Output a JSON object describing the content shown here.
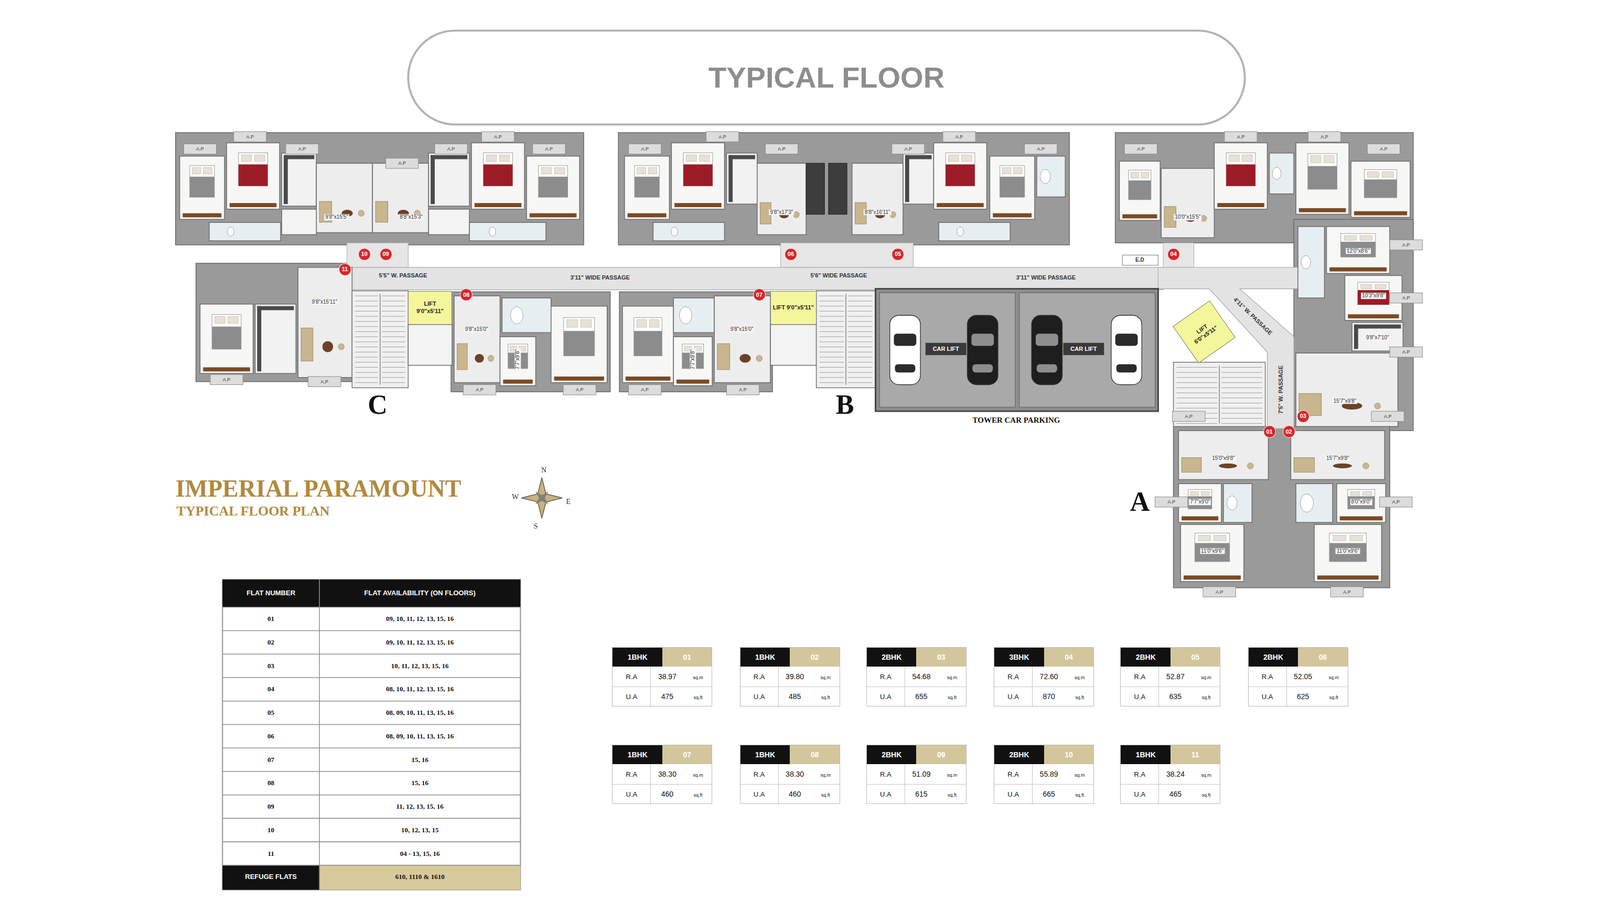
{
  "diagram": {
    "title": "TYPICAL FLOOR",
    "nodes": [
      {
        "text": [
          "10"
        ]
      },
      {
        "text": [
          "09"
        ]
      },
      {
        "text": [
          "11"
        ]
      },
      {
        "text": [
          "06"
        ]
      },
      {
        "text": [
          "05"
        ]
      },
      {
        "text": [
          "04"
        ]
      },
      {
        "text": [
          "LIFT 9'0\"x5'11\""
        ]
      },
      {
        "text": [
          "08"
        ]
      },
      {
        "text": [
          "07"
        ]
      },
      {
        "text": [
          "LIFT 9'0\"x5'11\""
        ]
      },
      {
        "text": [
          "LIFT 6'0\"x5'11\""
        ]
      },
      {
        "text": [
          "03"
        ]
      },
      {
        "text": [
          "01"
        ]
      },
      {
        "text": [
          "02"
        ]
      },
      {
        "text": [
          "1BHK",
          "01",
          "R.A",
          "38.97",
          "sq.m",
          "U.A",
          "475",
          "sq.ft"
        ]
      },
      {
        "text": [
          "1BHK",
          "02",
          "R.A",
          "39.80",
          "sq.m",
          "U.A",
          "485",
          "sq.ft"
        ]
      },
      {
        "text": [
          "2BHK",
          "03",
          "R.A",
          "54.68",
          "sq.m",
          "U.A",
          "655",
          "sq.ft"
        ]
      },
      {
        "text": [
          "3BHK",
          "04",
          "R.A",
          "72.60",
          "sq.m",
          "U.A",
          "870",
          "sq.ft"
        ]
      },
      {
        "text": [
          "2BHK",
          "05",
          "R.A",
          "52.87",
          "sq.m",
          "U.A",
          "635",
          "sq.ft"
        ]
      },
      {
        "text": [
          "2BHK",
          "06",
          "R.A",
          "52.05",
          "sq.m",
          "U.A",
          "625",
          "sq.ft"
        ]
      },
      {
        "text": [
          "1BHK",
          "07",
          "R.A",
          "38.30",
          "sq.m",
          "U.A",
          "460",
          "sq.ft"
        ]
      },
      {
        "text": [
          "1BHK",
          "08",
          "R.A",
          "38.30",
          "sq.m",
          "U.A",
          "460",
          "sq.ft"
        ]
      },
      {
        "text": [
          "2BHK",
          "09",
          "R.A",
          "51.09",
          "sq.m",
          "U.A",
          "615",
          "sq.ft"
        ]
      },
      {
        "text": [
          "2BHK",
          "10",
          "R.A",
          "55.89",
          "sq.m",
          "U.A",
          "665",
          "sq.ft"
        ]
      },
      {
        "text": [
          "1BHK",
          "11",
          "R.A",
          "38.24",
          "sq.m",
          "U.A",
          "465",
          "sq.ft"
        ]
      }
    ],
    "labels": [
      "5'5\" W. PASSAGE",
      "3'11\" WIDE PASSAGE",
      "5'6\" WIDE PASSAGE",
      "3'11\" WIDE PASSAGE",
      "E.D",
      "4'11\" W. PASSAGE",
      "7'5\" W. PASSAGE",
      "CAR LIFT",
      "CAR LIFT",
      "TOWER CAR PARKING",
      "C",
      "B",
      "A",
      "9'8\"x15'5\"",
      "8'8\"x15'3\"",
      "9'8\"x15'11\"",
      "9'8\"x15'0\"",
      "9'8\"x15'0\"",
      "7'7\"x9'8\"",
      "7'7\"x9'8\"",
      "9'8\"x17'3\"",
      "8'8\"x16'11\"",
      "10'0\"x15'5\"",
      "12'0\"x8'6\"",
      "10'3\"x9'8\"",
      "9'8\"x7'10\"",
      "15'7\"x9'8\"",
      "15'0\"x9'8\"",
      "15'7\"x9'8\"",
      "7'7\"x9'0\"",
      "8'0\"x9'0\"",
      "11'0\"x9'6\"",
      "11'0\"x9'6\"",
      "A.P",
      "A.P",
      "A.P",
      "A.P",
      "A.P",
      "A.P",
      "A.P",
      "A.P",
      "A.P",
      "A.P",
      "A.P",
      "A.P",
      "A.P",
      "A.P",
      "A.P",
      "A.P",
      "A.P",
      "A.P",
      "A.P",
      "A.P",
      "A.P",
      "A.P",
      "A.P",
      "A.P",
      "A.P",
      "A.P",
      "A.P",
      "A.P",
      "A.P",
      "A.P",
      "A.P",
      "A.P",
      "IMPERIAL PARAMOUNT",
      "TYPICAL FLOOR PLAN",
      "N",
      "W",
      "E",
      "S",
      "FLAT NUMBER",
      "FLAT AVAILABILITY (ON FLOORS)",
      "01",
      "09, 10, 11, 12, 13, 15, 16",
      "02",
      "09, 10, 11, 12, 13, 15, 16",
      "03",
      "10, 11, 12, 13, 15, 16",
      "04",
      "08, 10, 11, 12, 13, 15, 16",
      "05",
      "08, 09, 10, 11, 13, 15, 16",
      "06",
      "08, 09, 10, 11, 13, 15, 16",
      "07",
      "15, 16",
      "08",
      "15, 16",
      "09",
      "11, 12, 13, 15, 16",
      "10",
      "10, 12, 13, 15",
      "11",
      "04 - 13, 15, 16",
      "REFUGE FLATS",
      "610, 1110 & 1610"
    ]
  }
}
